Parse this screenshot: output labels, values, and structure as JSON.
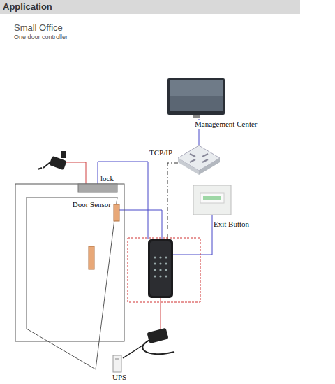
{
  "diagram": {
    "title": "Application",
    "nodes": [
      {
        "text": [
          "Management Center"
        ]
      },
      {
        "text": [
          "TCP/IP"
        ]
      },
      {
        "text": [
          "lock"
        ]
      },
      {
        "text": [
          "Door Sensor"
        ]
      },
      {
        "text": [
          "Exit Button"
        ]
      },
      {
        "text": [
          "UPS"
        ]
      }
    ],
    "labels": [
      "Small Office",
      "One door controller"
    ]
  }
}
